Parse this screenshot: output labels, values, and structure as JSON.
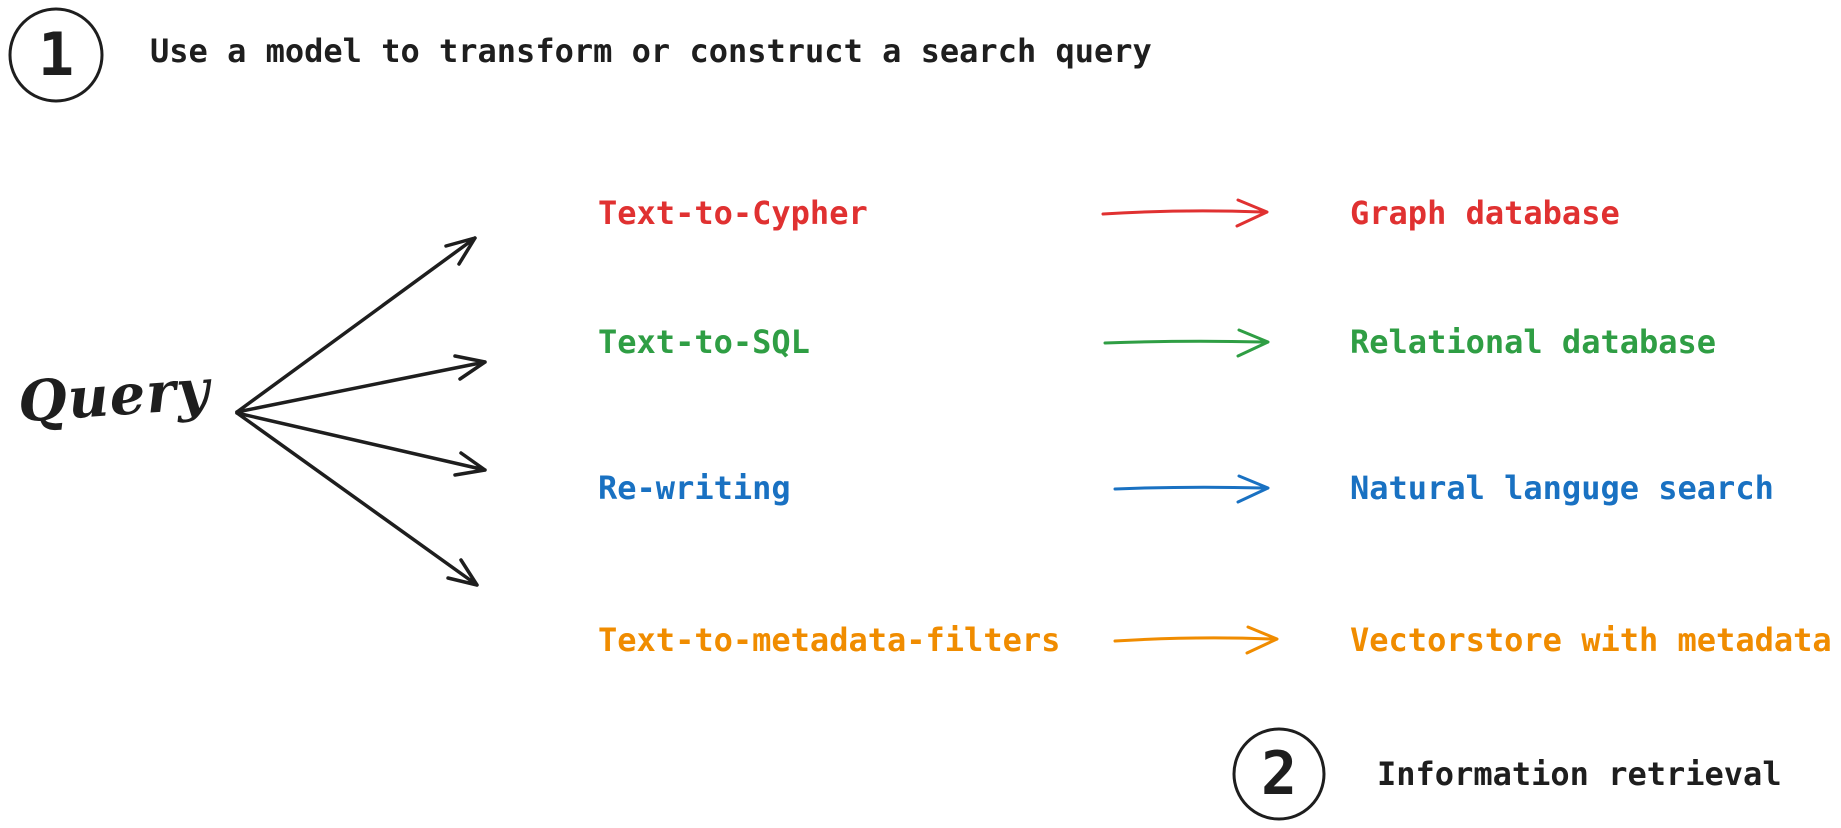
{
  "canvas": {
    "background": "#ffffff",
    "ink": "#1e1e1e"
  },
  "steps": [
    {
      "number": "1",
      "label": "Use a model to transform or construct a search query"
    },
    {
      "number": "2",
      "label": "Information retrieval"
    }
  ],
  "query": {
    "label": "Query"
  },
  "rows": [
    {
      "method": "Text-to-Cypher",
      "target": "Graph database",
      "color": "#e03131"
    },
    {
      "method": "Text-to-SQL",
      "target": "Relational database",
      "color": "#2f9e44"
    },
    {
      "method": "Re-writing",
      "target": "Natural languge search",
      "color": "#1971c2"
    },
    {
      "method": "Text-to-metadata-filters",
      "target": "Vectorstore with metadata",
      "color": "#f08c00"
    }
  ]
}
